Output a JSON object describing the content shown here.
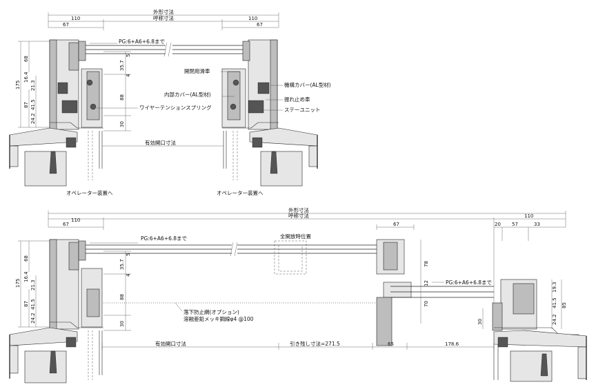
{
  "top_view": {
    "dims": {
      "outer": "外形寸法",
      "nominal": "呼称寸法",
      "w110": "110",
      "w67": "67",
      "h68": "68",
      "h175": "175",
      "h164": "16.4",
      "h213": "21.3",
      "h87": "87",
      "h415": "41.5",
      "h242": "24.2",
      "h357": "35.7",
      "h5": "5",
      "h4": "4",
      "h88": "88",
      "h30": "30",
      "effective": "有効開口寸法"
    },
    "labels": {
      "glass_left": "PG:6+A6+6.8まで",
      "roller": "開閉用滑車",
      "inner_cover": "内部カバー(AL型材)",
      "spring": "ワイヤーテンションスプリング",
      "mech_cover": "機構カバー(AL型材)",
      "anti_sway": "振れ止め車",
      "stay": "ステーユニット",
      "operator_left": "オペレーター装置へ",
      "operator_right": "オペレーター装置へ"
    }
  },
  "bottom_view": {
    "dims": {
      "outer": "外形寸法",
      "nominal": "呼称寸法",
      "w110_left": "110",
      "w67_left": "67",
      "w67_mid": "67",
      "w110_right": "110",
      "w20": "20",
      "w57": "57",
      "w33": "33",
      "h68": "68",
      "h175": "175",
      "h164": "16.4",
      "h213": "21.3",
      "h87": "87",
      "h415": "41.5",
      "h242": "24.2",
      "h357": "35.7",
      "h5": "5",
      "h4": "4",
      "h88": "88",
      "h30": "30",
      "h78": "78",
      "h12": "12",
      "h70": "70",
      "r193": "19.3",
      "r415": "41.5",
      "r85": "85",
      "r242": "24.2",
      "r30": "30",
      "effective": "有効開口寸法",
      "pull_remain": "引き残し寸法=271.5",
      "d65": "65",
      "d1786": "178.6"
    },
    "labels": {
      "glass_left": "PG:6+A6+6.8まで",
      "glass_right": "PG:6+A6+6.8まで",
      "full_open": "全開放時位置",
      "fall_net_1": "落下防止網(オプション)",
      "fall_net_2": "溶融亜鉛メッキ鋼線φ4 @100"
    }
  }
}
